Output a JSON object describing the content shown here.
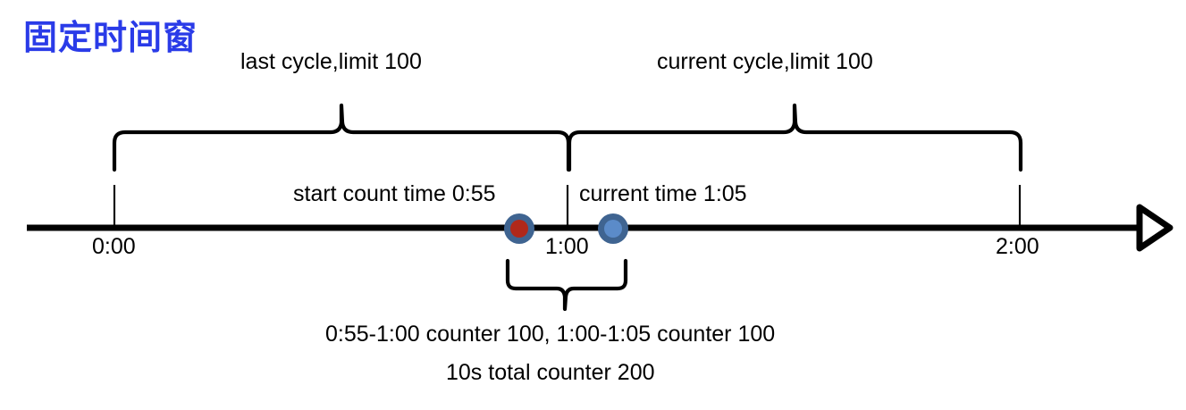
{
  "title": "固定时间窗",
  "title_color": "#2A3BE8",
  "colors": {
    "stroke": "#000000",
    "marker_ring": "#3F6491",
    "marker_start_fill": "#B0281A",
    "marker_current_fill": "#5B8BC9",
    "background": "#FFFFFF"
  },
  "braces": {
    "last_cycle_label": "last cycle,limit 100",
    "current_cycle_label": "current cycle,limit 100",
    "window_label": ""
  },
  "markers": {
    "start_count": {
      "label": "start count time 0:55",
      "time": "0:55",
      "fill": "#B0281A"
    },
    "current": {
      "label": "current time 1:05",
      "time": "1:05",
      "fill": "#5B8BC9"
    }
  },
  "axis": {
    "ticks": [
      {
        "label": "0:00",
        "value": 0
      },
      {
        "label": "1:00",
        "value": 60
      },
      {
        "label": "2:00",
        "value": 120
      }
    ],
    "arrow": "arrow-right"
  },
  "notes": {
    "line1": "0:55-1:00 counter 100, 1:00-1:05 counter 100",
    "line2": "10s total counter 200"
  },
  "chart_data": {
    "type": "timeline",
    "title": "固定时间窗",
    "xlabel": "",
    "ylabel": "",
    "x_ticks": [
      "0:00",
      "1:00",
      "2:00"
    ],
    "xlim": [
      0,
      130
    ],
    "grid": false,
    "legend": "none",
    "windows": [
      {
        "name": "last cycle",
        "start": "0:00",
        "end": "1:00",
        "limit": 100
      },
      {
        "name": "current cycle",
        "start": "1:00",
        "end": "2:00",
        "limit": 100
      }
    ],
    "events": [
      {
        "name": "start count time",
        "time": "0:55",
        "color": "#B0281A"
      },
      {
        "name": "current time",
        "time": "1:05",
        "color": "#5B8BC9"
      }
    ],
    "counters": [
      {
        "range": "0:55-1:00",
        "count": 100
      },
      {
        "range": "1:00-1:05",
        "count": 100
      },
      {
        "range": "10s total",
        "count": 200
      }
    ],
    "annotations": [
      "last cycle,limit 100",
      "current cycle,limit 100",
      "start count time 0:55",
      "current time 1:05",
      "0:55-1:00 counter 100, 1:00-1:05 counter 100",
      "10s total counter 200"
    ]
  }
}
